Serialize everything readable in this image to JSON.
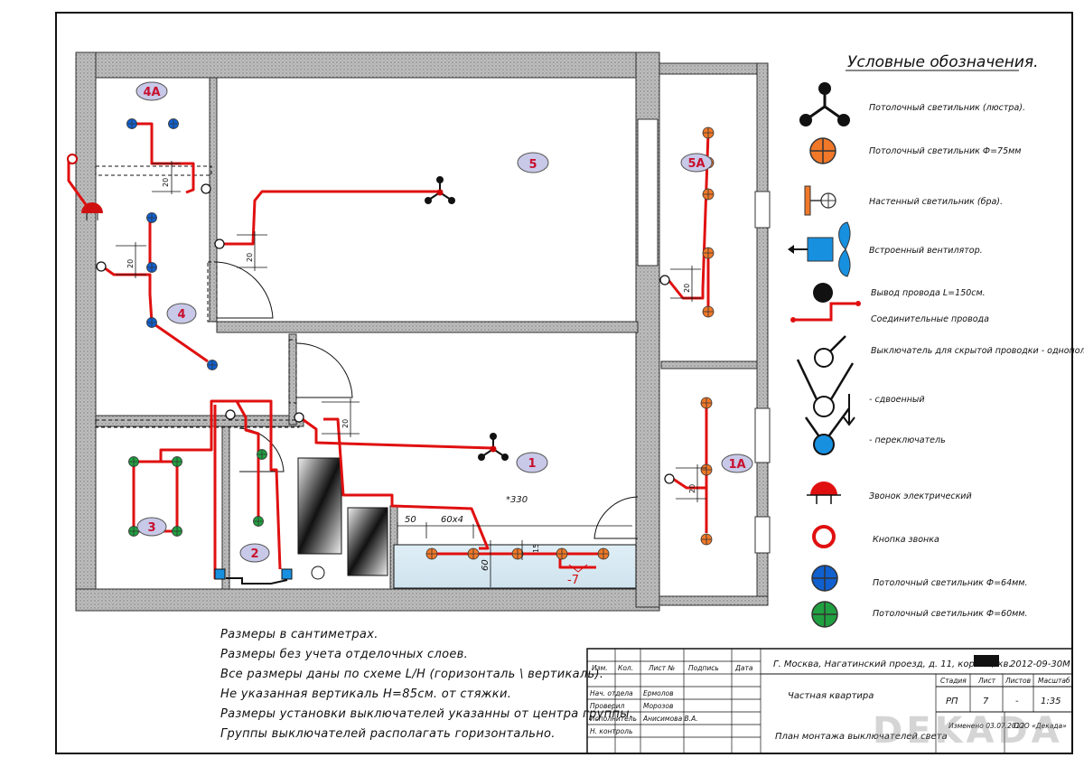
{
  "legend": {
    "title": "Условные обозначения.",
    "items": [
      "Потолочный светильник (люстра).",
      "Потолочный светильник Ф=75мм",
      "Настенный светильник (бра).",
      "Встроенный вентилятор.",
      "Вывод провода L=150см.",
      "Соединительные провода",
      "Выключатель для скрытой проводки - однополюсный.",
      "- сдвоенный",
      "- переключатель",
      "Звонок электрический",
      "Кнопка звонка",
      "Потолочный светильник Ф=64мм.",
      "Потолочный светильник Ф=60мм."
    ]
  },
  "rooms": [
    "4А",
    "5",
    "5А",
    "4",
    "1",
    "1А",
    "3",
    "2"
  ],
  "dimensions": {
    "d20": "20",
    "d330": "*330",
    "d50": "50",
    "d60x4": "60x4",
    "d15": "15",
    "d60": "60",
    "d_7": "-7"
  },
  "notes": [
    "Размеры в сантиметрах.",
    "Размеры без учета отделочных слоев.",
    "Все размеры даны по схеме L/H (горизонталь \\ вертикаль).",
    "Не указанная вертикаль H=85см. от стяжки.",
    "Размеры установки выключателей указанны от центра группы.",
    "Группы  выключателей располагать горизонтально."
  ],
  "stamp": {
    "address": "Г. Москва, Нагатинский проезд, д. 11, корп. 2, кв.",
    "code": "2012-09-30М",
    "col_headers": [
      "Изм.",
      "Кол.",
      "Лист № ",
      "Подпись",
      "Дата"
    ],
    "roles": [
      "Нач. отдела",
      "Проверил",
      "Исполнитель",
      "Н. контроль"
    ],
    "names": [
      "Ермолов",
      "Морозов",
      "Анисимова В.А."
    ],
    "object": "Частная квартира",
    "sheet_title": "План монтажа выключателей света",
    "stage_headers": [
      "Стадия",
      "Лист",
      "Листов",
      "Масштаб"
    ],
    "stage_values": [
      "РП",
      "7",
      "-",
      "1:35"
    ],
    "changed": "Изменено\n03.07.2012",
    "company": "ООО «Декада»",
    "watermark": "DEKADA"
  },
  "colors": {
    "wire": "#e01010",
    "lamp75": "#f07828",
    "lamp64": "#1060d0",
    "lamp60": "#20a040",
    "fan": "#1890e0",
    "bell": "#e01010",
    "room_label_bg": "#c8c8e8"
  }
}
